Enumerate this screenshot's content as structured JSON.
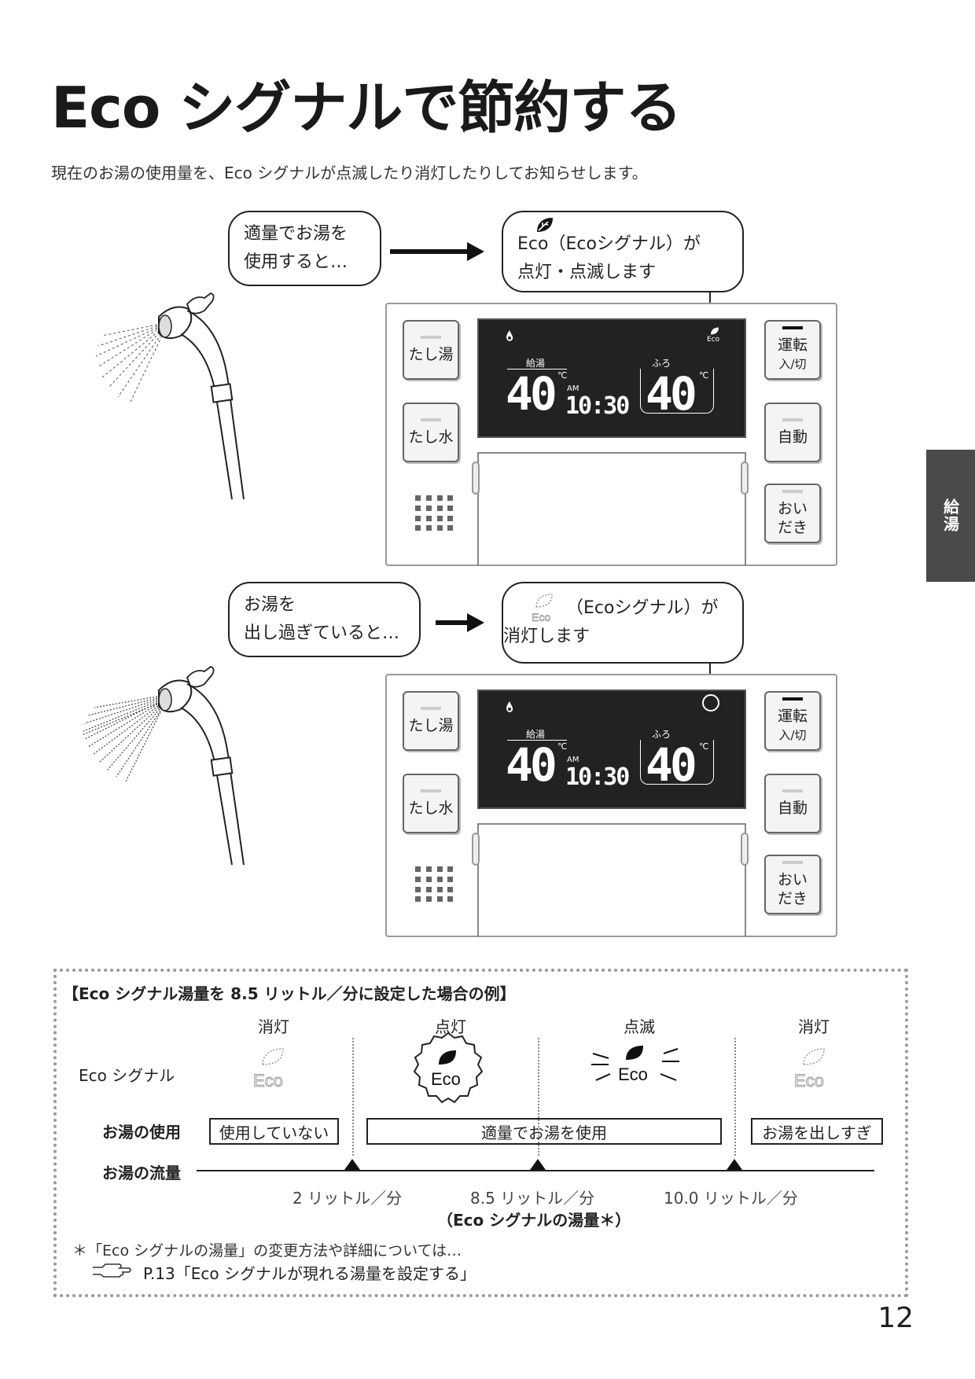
{
  "title": "Eco シグナルで節約する",
  "intro": "現在のお湯の使用量を、Eco シグナルが点滅したり消灯したりしてお知らせします。",
  "side_tab": "給湯",
  "scenario1": {
    "left_bubble": [
      "適量でお湯を",
      "使用すると…"
    ],
    "right_bubble": [
      "Eco（Ecoシグナル）が",
      "点灯・点滅します"
    ]
  },
  "scenario2": {
    "left_bubble": [
      "お湯を",
      "出し過ぎていると…"
    ],
    "right_bubble": [
      "（Ecoシグナル）が",
      "消灯します"
    ]
  },
  "remote": {
    "btn_tashiyu": "たし湯",
    "btn_tashimizu": "たし水",
    "btn_power": "運転",
    "btn_power_sub": "入/切",
    "btn_auto": "自動",
    "btn_oidaki_1": "おい",
    "btn_oidaki_2": "だき",
    "lcd_kyuto": "給湯",
    "lcd_furo": "ふろ",
    "lcd_temp1": "40",
    "lcd_temp2": "40",
    "lcd_unit": "℃",
    "lcd_ampm": "AM",
    "lcd_time": "10:30",
    "lcd_eco": "Eco"
  },
  "example": {
    "heading": "【Eco シグナル湯量を 8.5 リットル／分に設定した場合の例】",
    "states": [
      "消灯",
      "点灯",
      "点滅",
      "消灯"
    ],
    "row_signal": "Eco シグナル",
    "row_usage": "お湯の使用",
    "row_flow": "お湯の流量",
    "eco_icon_text": "Eco",
    "usage_labels": [
      "使用していない",
      "適量でお湯を使用",
      "お湯を出しすぎ"
    ],
    "flow_ticks": [
      "2 リットル／分",
      "8.5 リットル／分",
      "10.0 リットル／分"
    ],
    "flow_note": "（Eco シグナルの湯量＊）",
    "footnote": "＊「Eco シグナルの湯量」の変更方法や詳細については…",
    "reference": "P.13「Eco シグナルが現れる湯量を設定する」"
  },
  "page_number": "12"
}
